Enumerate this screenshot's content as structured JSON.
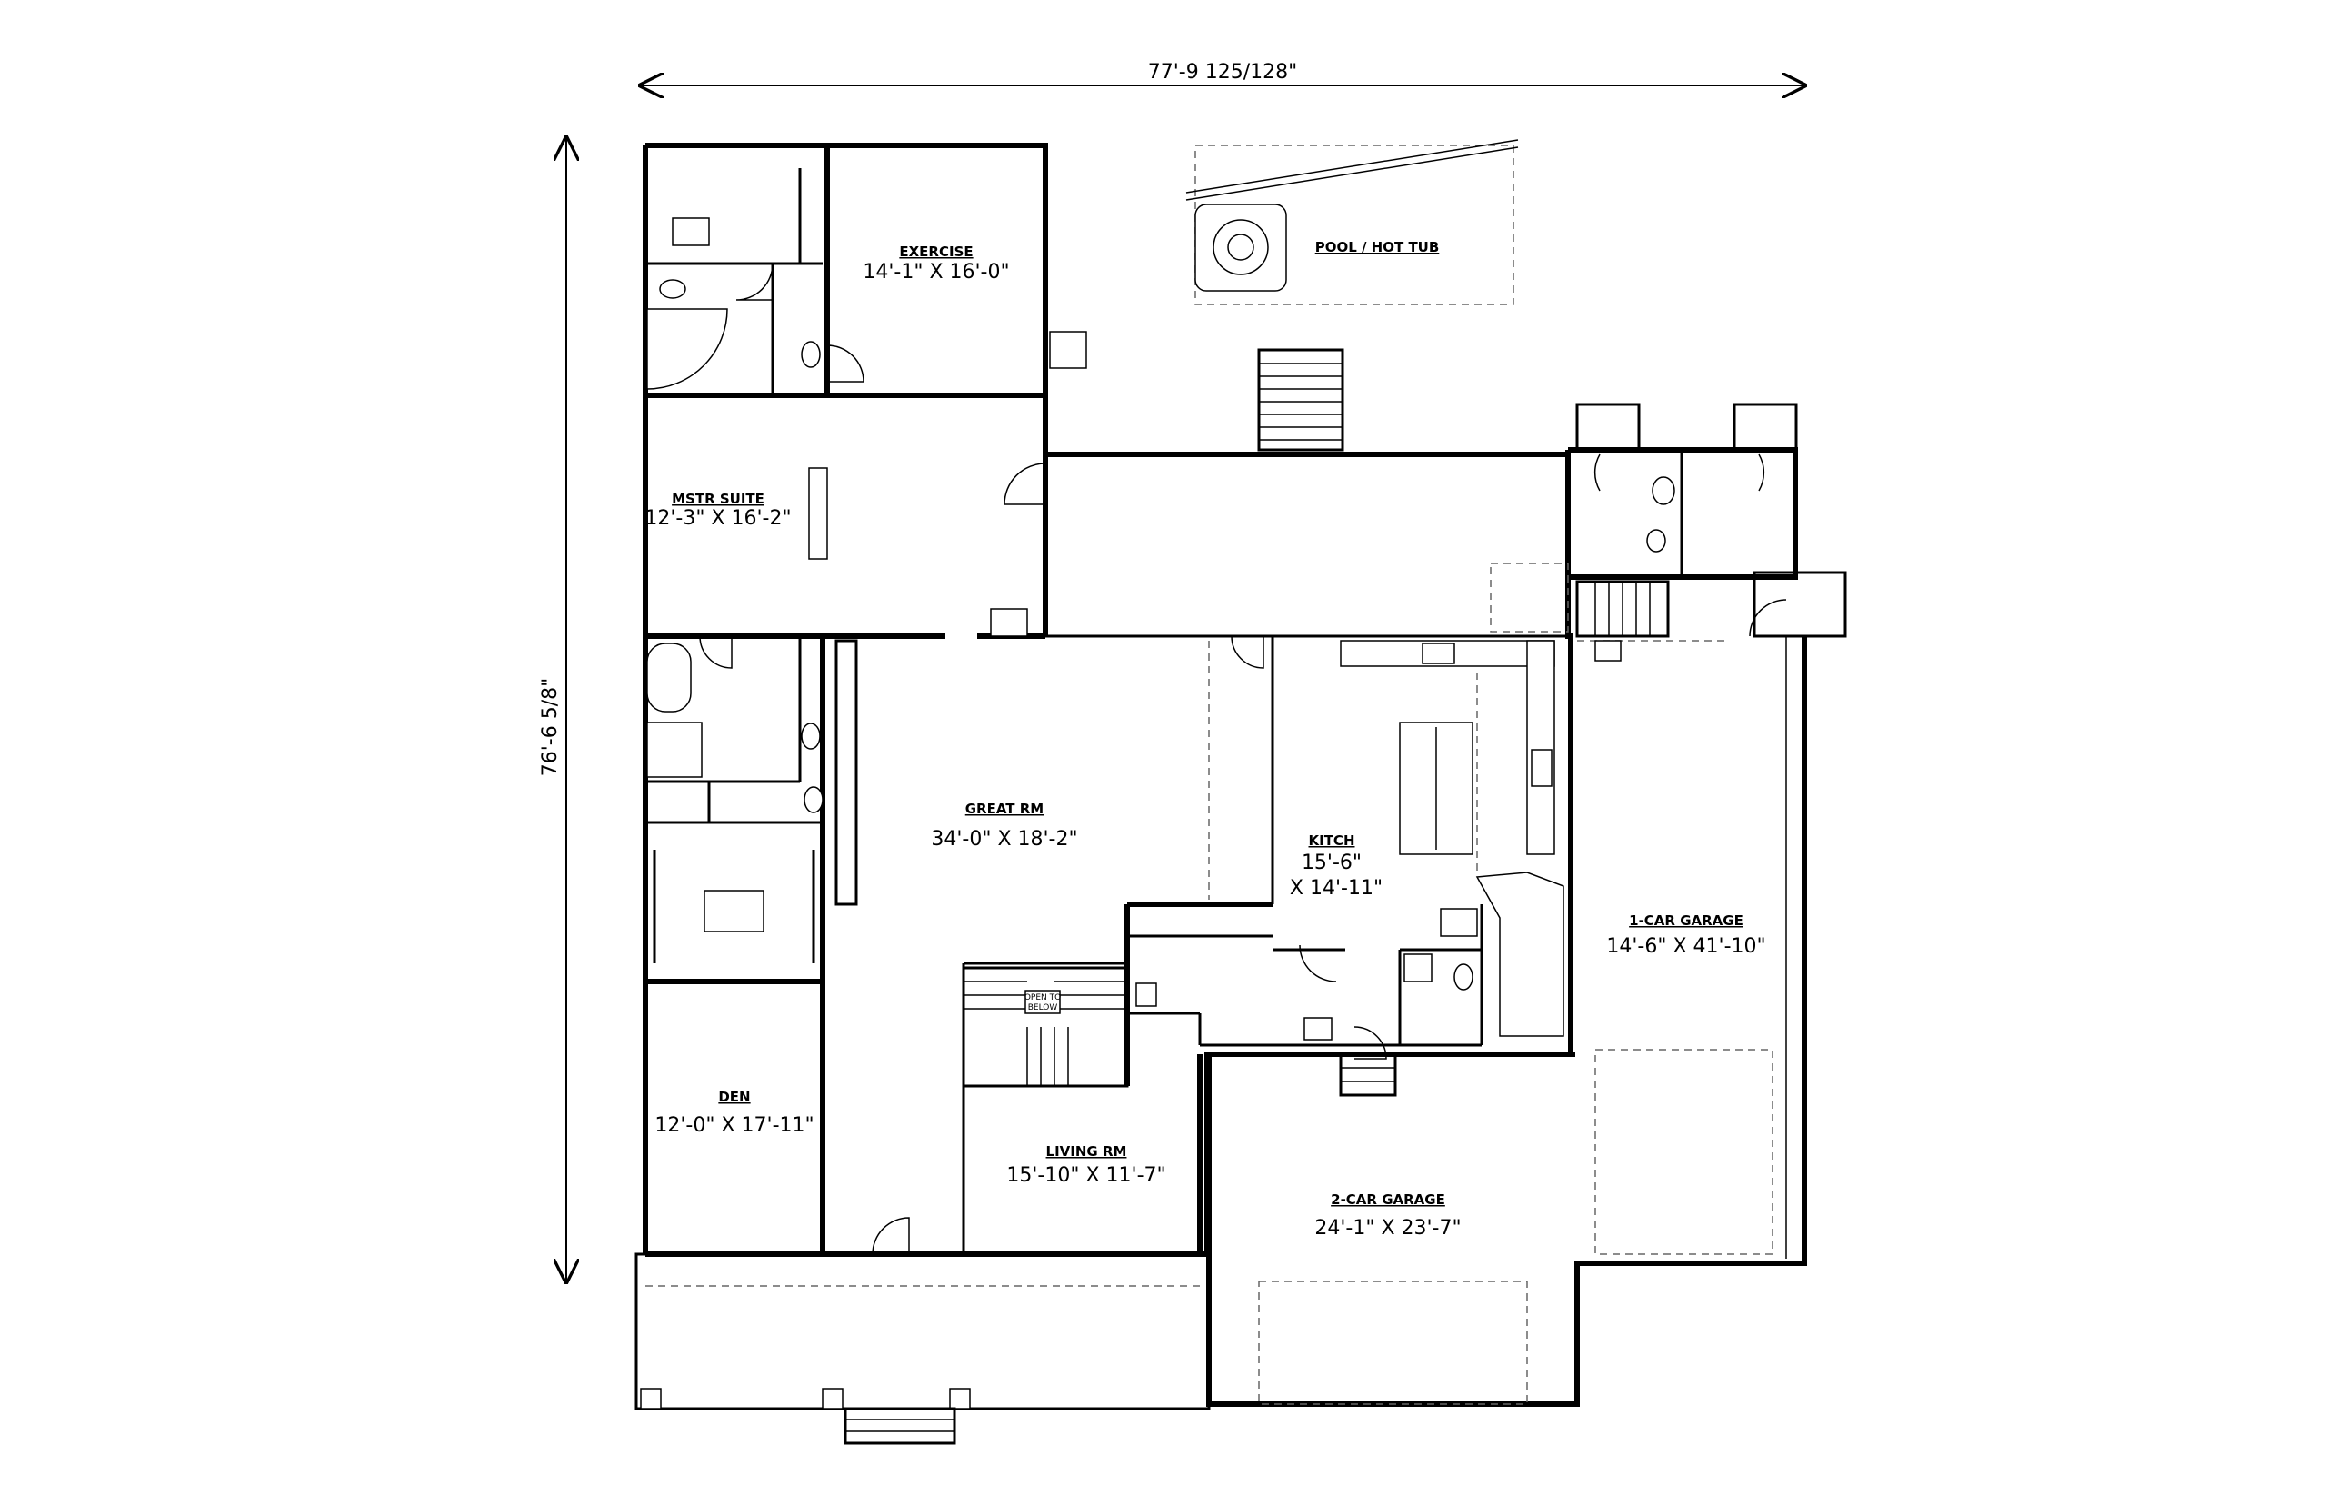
{
  "dimensions": {
    "width_label": "77'-9 125/128\"",
    "depth_label": "76'-6 5/8\""
  },
  "rooms": {
    "exercise": {
      "name": "EXERCISE",
      "size": "14'-1\" X 16'-0\""
    },
    "mstr_suite": {
      "name": "MSTR SUITE",
      "size": "12'-3\" X 16'-2\""
    },
    "great_rm": {
      "name": "GREAT RM",
      "size": "34'-0\" X 18'-2\""
    },
    "kitch": {
      "name": "KITCH",
      "size_line1": "15'-6\"",
      "size_line2": "X 14'-11\""
    },
    "garage_1car": {
      "name": "1-CAR GARAGE",
      "size": "14'-6\" X 41'-10\""
    },
    "den": {
      "name": "DEN",
      "size": "12'-0\" X 17'-11\""
    },
    "living_rm": {
      "name": "LIVING RM",
      "size": "15'-10\" X 11'-7\""
    },
    "garage_2car": {
      "name": "2-CAR GARAGE",
      "size": "24'-1\" X 23'-7\""
    },
    "pool": {
      "name": "POOL / HOT TUB"
    },
    "stair_note": {
      "line1": "OPEN TO",
      "line2": "BELOW"
    }
  },
  "colors": {
    "line": "#000000",
    "dashed": "#666666",
    "background": "#ffffff"
  }
}
